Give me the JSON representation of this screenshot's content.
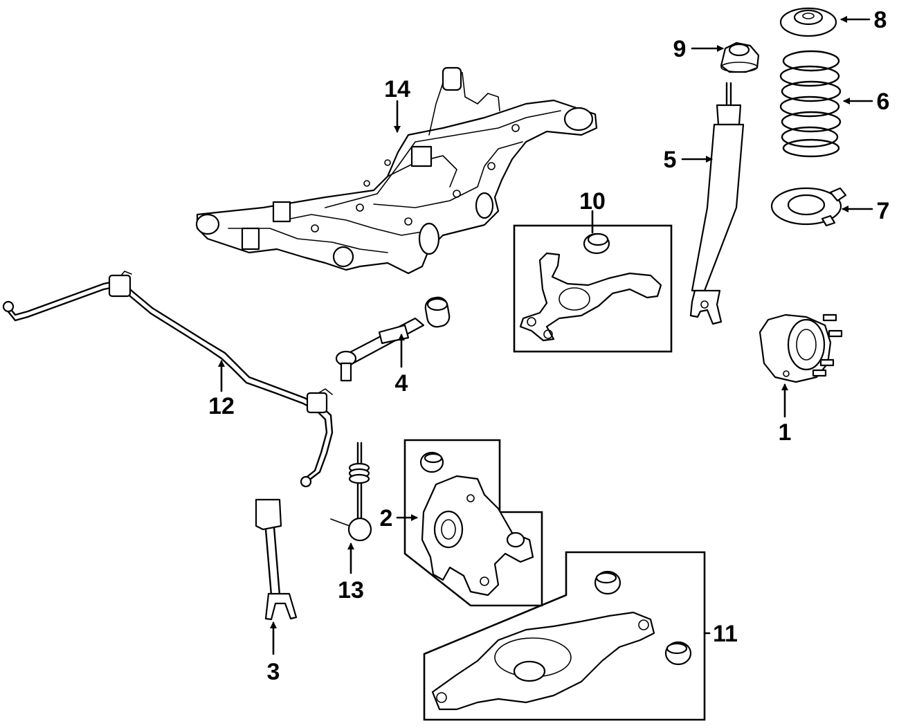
{
  "callouts": {
    "c1": "1",
    "c2": "2",
    "c3": "3",
    "c4": "4",
    "c5": "5",
    "c6": "6",
    "c7": "7",
    "c8": "8",
    "c9": "9",
    "c10": "10",
    "c11": "11",
    "c12": "12",
    "c13": "13",
    "c14": "14"
  },
  "colors": {
    "ink": "#000000",
    "paper": "#ffffff"
  }
}
